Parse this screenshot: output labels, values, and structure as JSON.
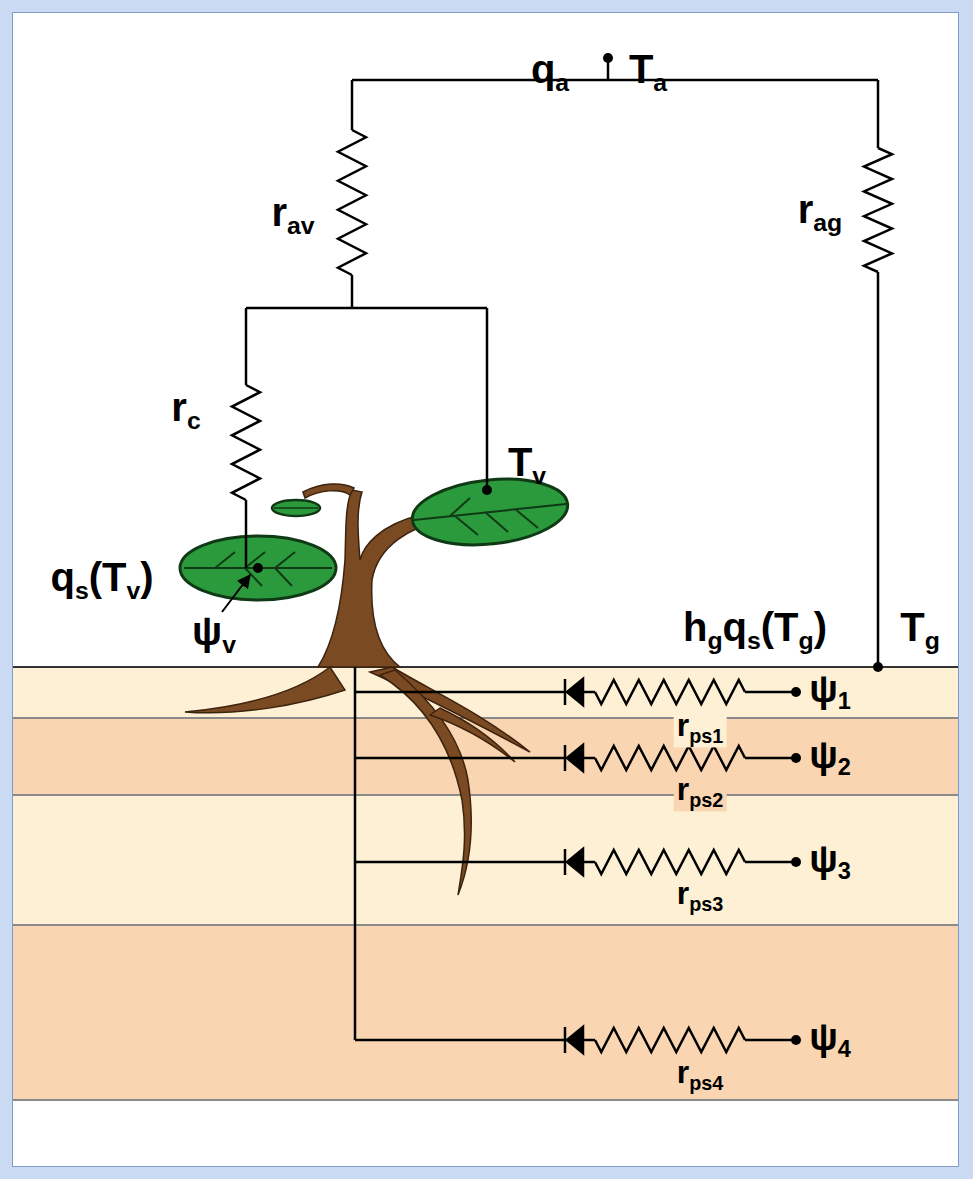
{
  "diagram": {
    "labels": [
      "qa",
      "Ta",
      "rav",
      "rag",
      "rc",
      "Tv",
      "qs(Tv)",
      "ψv",
      "hgqs(Tg)",
      "Tg",
      "ψ1",
      "rps1",
      "ψ2",
      "rps2",
      "ψ3",
      "rps3",
      "ψ4",
      "rps4"
    ]
  }
}
